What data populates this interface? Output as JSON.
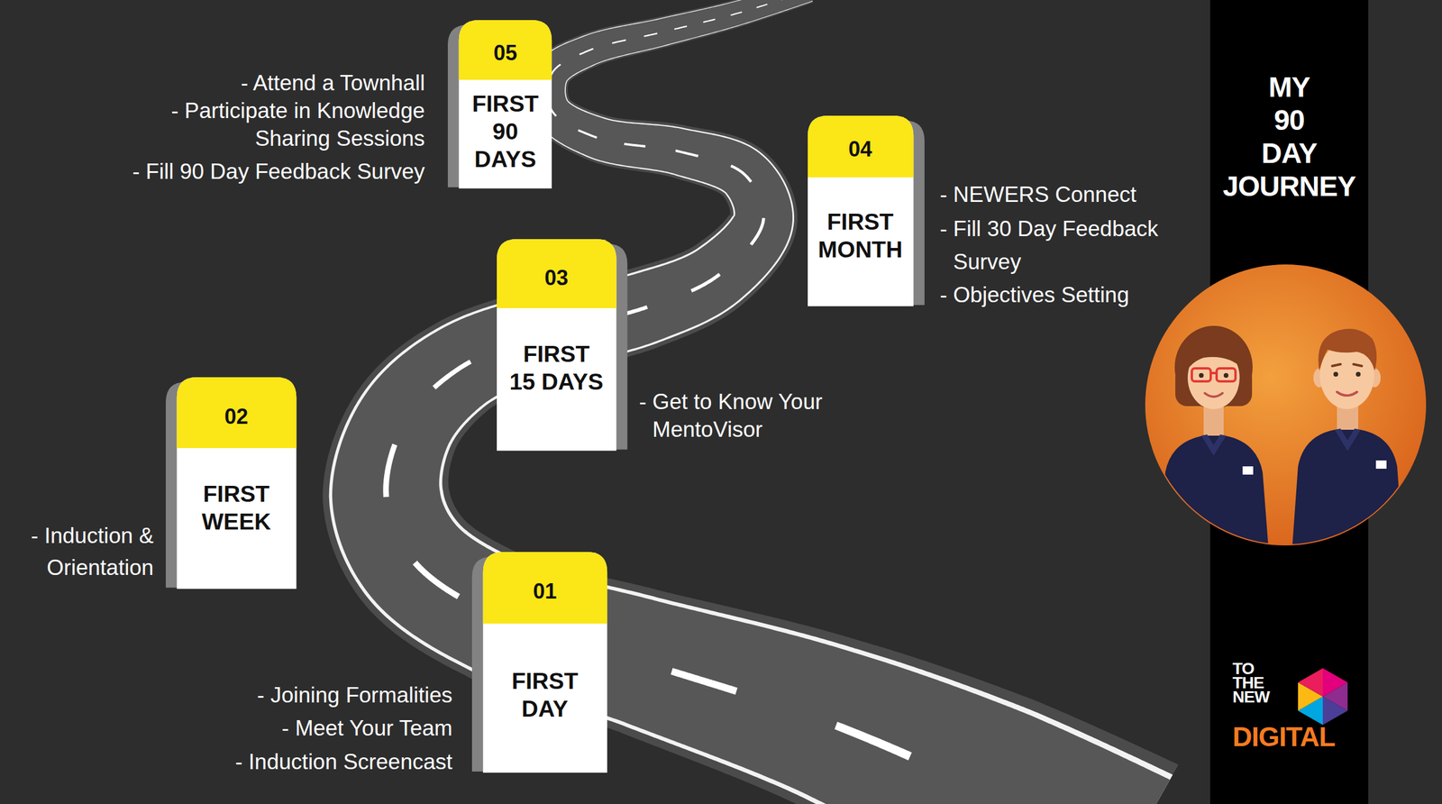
{
  "diagram": {
    "title": "MY 90 DAY JOURNEY",
    "nodes": [
      {
        "text": [
          "01",
          "FIRST DAY"
        ]
      },
      {
        "text": [
          "02",
          "FIRST WEEK"
        ]
      },
      {
        "text": [
          "03",
          "FIRST 15 DAYS"
        ]
      },
      {
        "text": [
          "04",
          "FIRST MONTH"
        ]
      },
      {
        "text": [
          "05",
          "FIRST 90 DAYS"
        ]
      }
    ],
    "labels": [
      "- Joining Formalities",
      "- Meet Your Team",
      "- Induction Screencast",
      "- Induction & Orientation",
      "- Get to Know Your MentoVisor",
      "- NEWERS Connect",
      "- Fill 30 Day Feedback Survey",
      "- Objectives Setting",
      "- Attend a Townhall",
      "- Participate in Knowledge Sharing Sessions",
      "- Fill 90 Day Feedback Survey",
      "TO THE NEW",
      "DIGITAL"
    ]
  }
}
